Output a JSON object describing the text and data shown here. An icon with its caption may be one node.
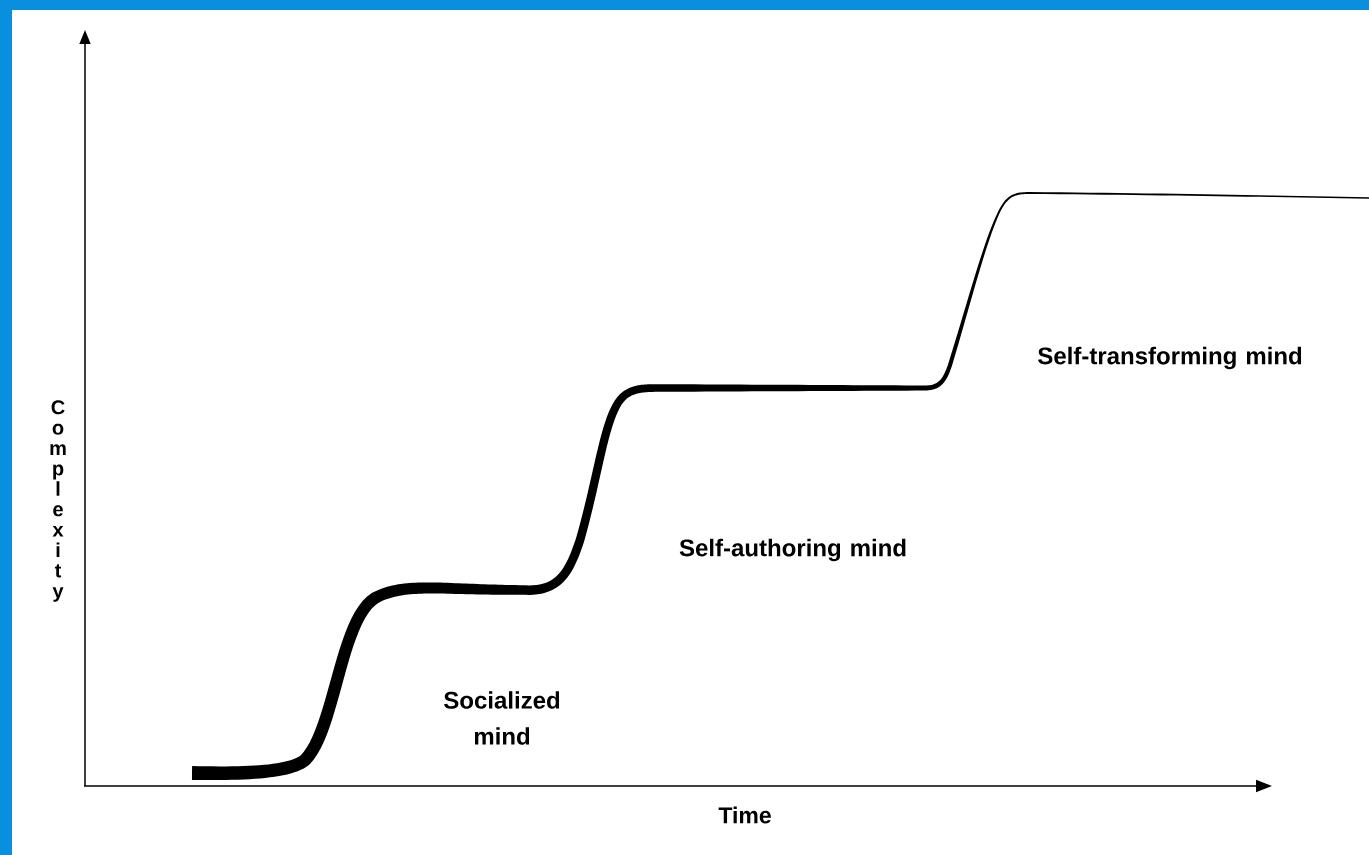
{
  "diagram": {
    "labels": [
      "Complexity",
      "Self-transforming mind",
      "Self-authoring mind",
      "Socialized mind",
      "Time"
    ]
  }
}
